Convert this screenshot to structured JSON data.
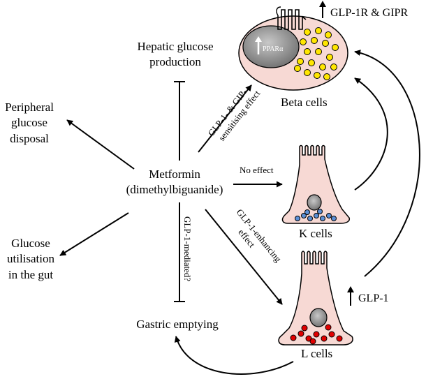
{
  "center": {
    "line1": "Metformin",
    "line2": "(dimethylbiguanide)"
  },
  "outcomes": {
    "hepatic_line1": "Hepatic glucose",
    "hepatic_line2": "production",
    "peripheral_line1": "Peripheral",
    "peripheral_line2": "glucose",
    "peripheral_line3": "disposal",
    "gut_line1": "Glucose",
    "gut_line2": "utilisation",
    "gut_line3": "in the gut",
    "gastric": "Gastric emptying"
  },
  "effects": {
    "beta_line1": "GLP-1- & GIP-",
    "beta_line2": "sensitising effect",
    "k_cells": "No effect",
    "l_line1": "GLP-1-enhancing",
    "l_line2": "effect",
    "gastric_mediated": "GLP-1-mediated?"
  },
  "cells": {
    "beta_label": "Beta cells",
    "k_label": "K cells",
    "l_label": "L cells",
    "ppar_label": "PPARα",
    "receptor_label": "GLP-1R & GIPR",
    "glp1_label": "GLP-1"
  },
  "colors": {
    "cell_fill": "#f7d9d4",
    "nucleus_fill": "#8c8c8c",
    "beta_granule": "#ffe600",
    "k_granule": "#5b8fd6",
    "l_granule": "#e00000"
  }
}
